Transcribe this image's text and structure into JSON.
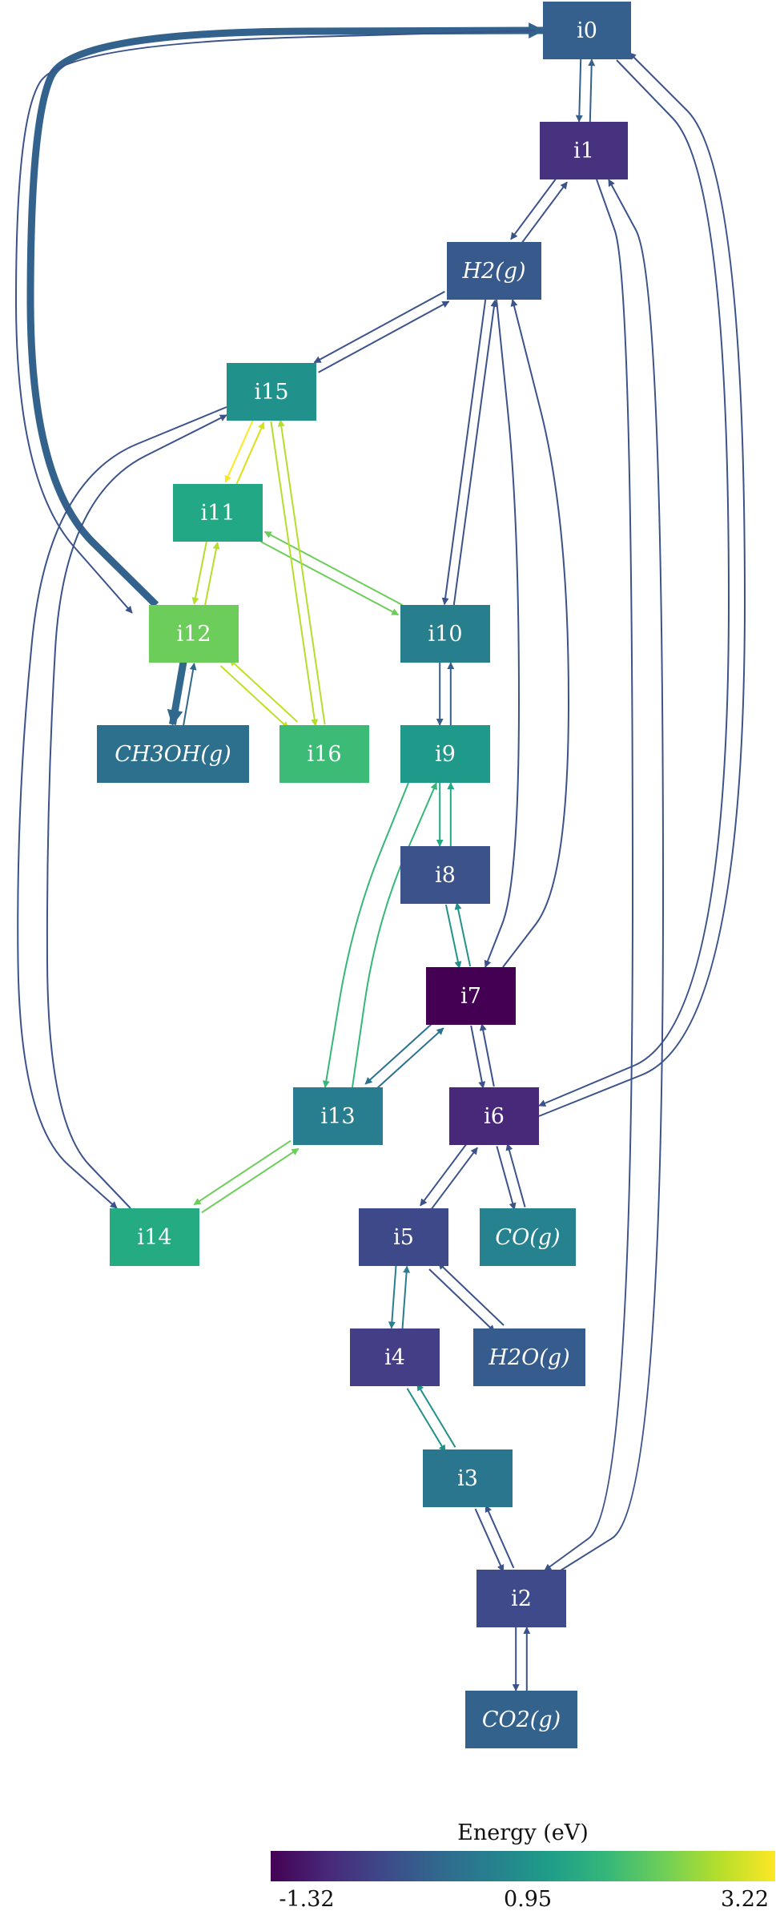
{
  "nodes": [
    {
      "id": "i0",
      "label": "i0",
      "energy": -0.02,
      "color": "#355f8d",
      "italic": false
    },
    {
      "id": "i1",
      "label": "i1",
      "energy": -1.0,
      "color": "#46327e",
      "italic": false
    },
    {
      "id": "H2",
      "label": "H2(g)",
      "energy": -0.15,
      "color": "#38598c",
      "italic": true
    },
    {
      "id": "i15",
      "label": "i15",
      "energy": 1.0,
      "color": "#21918c",
      "italic": false
    },
    {
      "id": "i11",
      "label": "i11",
      "energy": 1.4,
      "color": "#22a884",
      "italic": false
    },
    {
      "id": "i12",
      "label": "i12",
      "energy": 2.2,
      "color": "#6ccd5a",
      "italic": false
    },
    {
      "id": "i10",
      "label": "i10",
      "energy": 0.6,
      "color": "#277f8e",
      "italic": false
    },
    {
      "id": "CH3OH",
      "label": "CH3OH(g)",
      "energy": 0.3,
      "color": "#2d708e",
      "italic": true
    },
    {
      "id": "i16",
      "label": "i16",
      "energy": 1.9,
      "color": "#3bbb75",
      "italic": false
    },
    {
      "id": "i9",
      "label": "i9",
      "energy": 1.15,
      "color": "#1f9a8a",
      "italic": false
    },
    {
      "id": "i8",
      "label": "i8",
      "energy": -0.15,
      "color": "#3b528b",
      "italic": false
    },
    {
      "id": "i7",
      "label": "i7",
      "energy": -1.32,
      "color": "#440154",
      "italic": false
    },
    {
      "id": "i13",
      "label": "i13",
      "energy": 0.6,
      "color": "#287d8e",
      "italic": false
    },
    {
      "id": "i6",
      "label": "i6",
      "energy": -0.95,
      "color": "#482878",
      "italic": false
    },
    {
      "id": "i14",
      "label": "i14",
      "energy": 1.5,
      "color": "#25ab82",
      "italic": false
    },
    {
      "id": "i5",
      "label": "i5",
      "energy": -0.3,
      "color": "#3e4989",
      "italic": false
    },
    {
      "id": "CO",
      "label": "CO(g)",
      "energy": 0.65,
      "color": "#26828e",
      "italic": true
    },
    {
      "id": "i4",
      "label": "i4",
      "energy": -0.85,
      "color": "#433e85",
      "italic": false
    },
    {
      "id": "H2O",
      "label": "H2O(g)",
      "energy": -0.1,
      "color": "#365c8d",
      "italic": true
    },
    {
      "id": "i3",
      "label": "i3",
      "energy": 0.45,
      "color": "#2a768e",
      "italic": false
    },
    {
      "id": "i2",
      "label": "i2",
      "energy": -0.4,
      "color": "#3e4a89",
      "italic": false
    },
    {
      "id": "CO2",
      "label": "CO2(g)",
      "energy": -0.05,
      "color": "#33638d",
      "italic": true
    }
  ],
  "edges": [
    {
      "from": "i0",
      "to": "i1",
      "color": "#355f8d",
      "weight": 1
    },
    {
      "from": "i1",
      "to": "i0",
      "color": "#355f8d",
      "weight": 1
    },
    {
      "from": "i1",
      "to": "H2",
      "color": "#3b528b",
      "weight": 1
    },
    {
      "from": "H2",
      "to": "i1",
      "color": "#3b528b",
      "weight": 1
    },
    {
      "from": "H2",
      "to": "i15",
      "color": "#3b528b",
      "weight": 1
    },
    {
      "from": "i15",
      "to": "H2",
      "color": "#3b528b",
      "weight": 1
    },
    {
      "from": "H2",
      "to": "i10",
      "color": "#3b528b",
      "weight": 1
    },
    {
      "from": "i10",
      "to": "H2",
      "color": "#3b528b",
      "weight": 1
    },
    {
      "from": "H2",
      "to": "i7",
      "color": "#3b528b",
      "weight": 1
    },
    {
      "from": "i7",
      "to": "H2",
      "color": "#3b528b",
      "weight": 1
    },
    {
      "from": "i12",
      "to": "i0",
      "color": "#33638d",
      "weight": 7
    },
    {
      "from": "i0",
      "to": "i12",
      "color": "#3b528b",
      "weight": 1
    },
    {
      "from": "i0",
      "to": "i6",
      "color": "#3b528b",
      "weight": 1
    },
    {
      "from": "i6",
      "to": "i0",
      "color": "#3b528b",
      "weight": 1
    },
    {
      "from": "i1",
      "to": "i2",
      "color": "#3b528b",
      "weight": 1
    },
    {
      "from": "i2",
      "to": "i1",
      "color": "#3b528b",
      "weight": 1
    },
    {
      "from": "i15",
      "to": "i11",
      "color": "#fde725",
      "weight": 1
    },
    {
      "from": "i11",
      "to": "i15",
      "color": "#d8e219",
      "weight": 1
    },
    {
      "from": "i11",
      "to": "i12",
      "color": "#b5de2b",
      "weight": 1
    },
    {
      "from": "i12",
      "to": "i11",
      "color": "#b5de2b",
      "weight": 1
    },
    {
      "from": "i11",
      "to": "i10",
      "color": "#6ccd5a",
      "weight": 1
    },
    {
      "from": "i10",
      "to": "i11",
      "color": "#6ccd5a",
      "weight": 1
    },
    {
      "from": "i15",
      "to": "i16",
      "color": "#b5de2b",
      "weight": 1
    },
    {
      "from": "i16",
      "to": "i15",
      "color": "#b5de2b",
      "weight": 1
    },
    {
      "from": "i12",
      "to": "i16",
      "color": "#c2df23",
      "weight": 1
    },
    {
      "from": "i16",
      "to": "i12",
      "color": "#c2df23",
      "weight": 1
    },
    {
      "from": "i12",
      "to": "CH3OH",
      "color": "#31688e",
      "weight": 7
    },
    {
      "from": "CH3OH",
      "to": "i12",
      "color": "#31688e",
      "weight": 1
    },
    {
      "from": "i15",
      "to": "i14",
      "color": "#3b528b",
      "weight": 1
    },
    {
      "from": "i14",
      "to": "i15",
      "color": "#3b528b",
      "weight": 1
    },
    {
      "from": "i10",
      "to": "i9",
      "color": "#355f8d",
      "weight": 1
    },
    {
      "from": "i9",
      "to": "i10",
      "color": "#355f8d",
      "weight": 1
    },
    {
      "from": "i9",
      "to": "i8",
      "color": "#22a884",
      "weight": 1
    },
    {
      "from": "i8",
      "to": "i9",
      "color": "#22a884",
      "weight": 1
    },
    {
      "from": "i9",
      "to": "i13",
      "color": "#35b779",
      "weight": 1
    },
    {
      "from": "i13",
      "to": "i9",
      "color": "#35b779",
      "weight": 1
    },
    {
      "from": "i8",
      "to": "i7",
      "color": "#21918c",
      "weight": 1
    },
    {
      "from": "i7",
      "to": "i8",
      "color": "#21918c",
      "weight": 1
    },
    {
      "from": "i7",
      "to": "i13",
      "color": "#2c728e",
      "weight": 1
    },
    {
      "from": "i13",
      "to": "i7",
      "color": "#2c728e",
      "weight": 1
    },
    {
      "from": "i7",
      "to": "i6",
      "color": "#3b528b",
      "weight": 1
    },
    {
      "from": "i6",
      "to": "i7",
      "color": "#3b528b",
      "weight": 1
    },
    {
      "from": "i13",
      "to": "i14",
      "color": "#6ccd5a",
      "weight": 1
    },
    {
      "from": "i14",
      "to": "i13",
      "color": "#6ccd5a",
      "weight": 1
    },
    {
      "from": "i6",
      "to": "i5",
      "color": "#3b528b",
      "weight": 1
    },
    {
      "from": "i5",
      "to": "i6",
      "color": "#3b528b",
      "weight": 1
    },
    {
      "from": "i6",
      "to": "CO",
      "color": "#3b528b",
      "weight": 1
    },
    {
      "from": "CO",
      "to": "i6",
      "color": "#3b528b",
      "weight": 1
    },
    {
      "from": "i5",
      "to": "i4",
      "color": "#287d8e",
      "weight": 1
    },
    {
      "from": "i4",
      "to": "i5",
      "color": "#287d8e",
      "weight": 1
    },
    {
      "from": "i5",
      "to": "H2O",
      "color": "#3b528b",
      "weight": 1
    },
    {
      "from": "H2O",
      "to": "i5",
      "color": "#3b528b",
      "weight": 1
    },
    {
      "from": "i4",
      "to": "i3",
      "color": "#21918c",
      "weight": 1
    },
    {
      "from": "i3",
      "to": "i4",
      "color": "#21918c",
      "weight": 1
    },
    {
      "from": "i3",
      "to": "i2",
      "color": "#3b528b",
      "weight": 1
    },
    {
      "from": "i2",
      "to": "i3",
      "color": "#3b528b",
      "weight": 1
    },
    {
      "from": "i2",
      "to": "CO2",
      "color": "#3b528b",
      "weight": 1
    },
    {
      "from": "CO2",
      "to": "i2",
      "color": "#3b528b",
      "weight": 1
    }
  ],
  "colorbar": {
    "title": "Energy (eV)",
    "min": -1.32,
    "max": 3.22,
    "ticks": [
      "-1.32",
      "0.95",
      "3.22"
    ],
    "colormap": [
      "#440154",
      "#482878",
      "#3e4989",
      "#31688e",
      "#26828e",
      "#1f9e89",
      "#35b779",
      "#6ece58",
      "#b5de2b",
      "#fde725"
    ]
  }
}
